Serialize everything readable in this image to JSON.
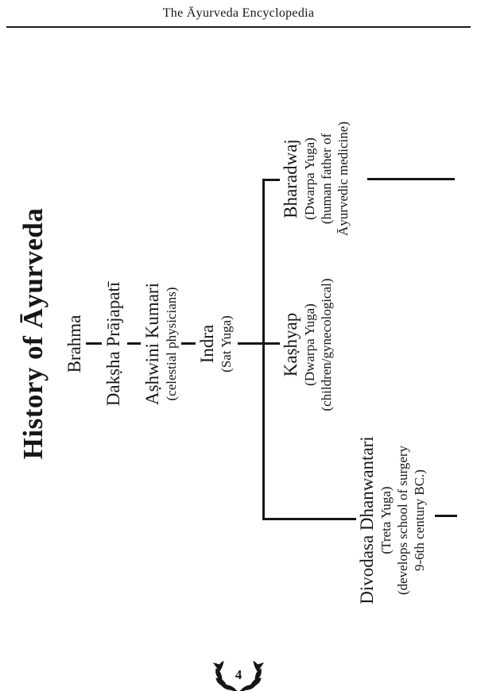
{
  "page": {
    "header_title": "The Āyurveda Encyclopedia",
    "page_number": "4"
  },
  "diagram": {
    "title": "History of Āyurveda",
    "chain": [
      {
        "name": "Brahma"
      },
      {
        "name": "Dakṣha Prājapatī"
      },
      {
        "name": "Aṣhwini Kumari",
        "sub": "(celestial physicians)"
      },
      {
        "name": "Indra",
        "sub": "(Sat Yuga)"
      }
    ],
    "branches": [
      {
        "name": "Bharadwaj",
        "era": "(Dwarpa Yuga)",
        "note1": "(human father of",
        "note2": "Āyurvedic medicine)"
      },
      {
        "name": "Kaṣhyap",
        "era": "(Dwarpa Yuga)",
        "note1": "(children/gynecological)"
      },
      {
        "name": "Divodasa Dhanwantari",
        "era": "(Treta Yuga)",
        "note1": "(develops school of surgery",
        "note2": "9-6th century BC.)"
      }
    ]
  }
}
